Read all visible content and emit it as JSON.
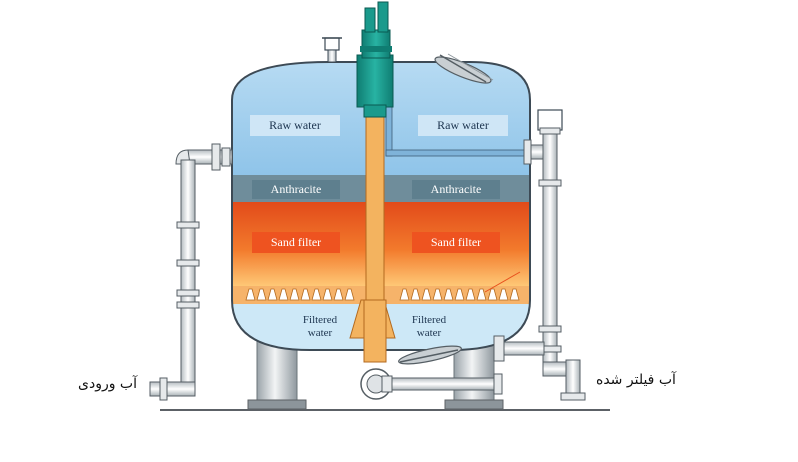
{
  "labels": {
    "raw_water": "Raw water",
    "anthracite": "Anthracite",
    "sand_filter": "Sand filter",
    "filtered_water_line1": "Filtered",
    "filtered_water_line2": "water",
    "inlet": "آب ورودی",
    "outlet": "آب فیلتر شده"
  },
  "colors": {
    "raw_water": "#a9d2ef",
    "anthracite": "#6f8d9b",
    "sand_top": "#e8501d",
    "sand_bottom": "#ffd081",
    "filtered_water": "#cde8f7",
    "center_pipe": "#1a9a8c",
    "inner_tube": "#f3b35f",
    "steel": "#d7dbde"
  }
}
